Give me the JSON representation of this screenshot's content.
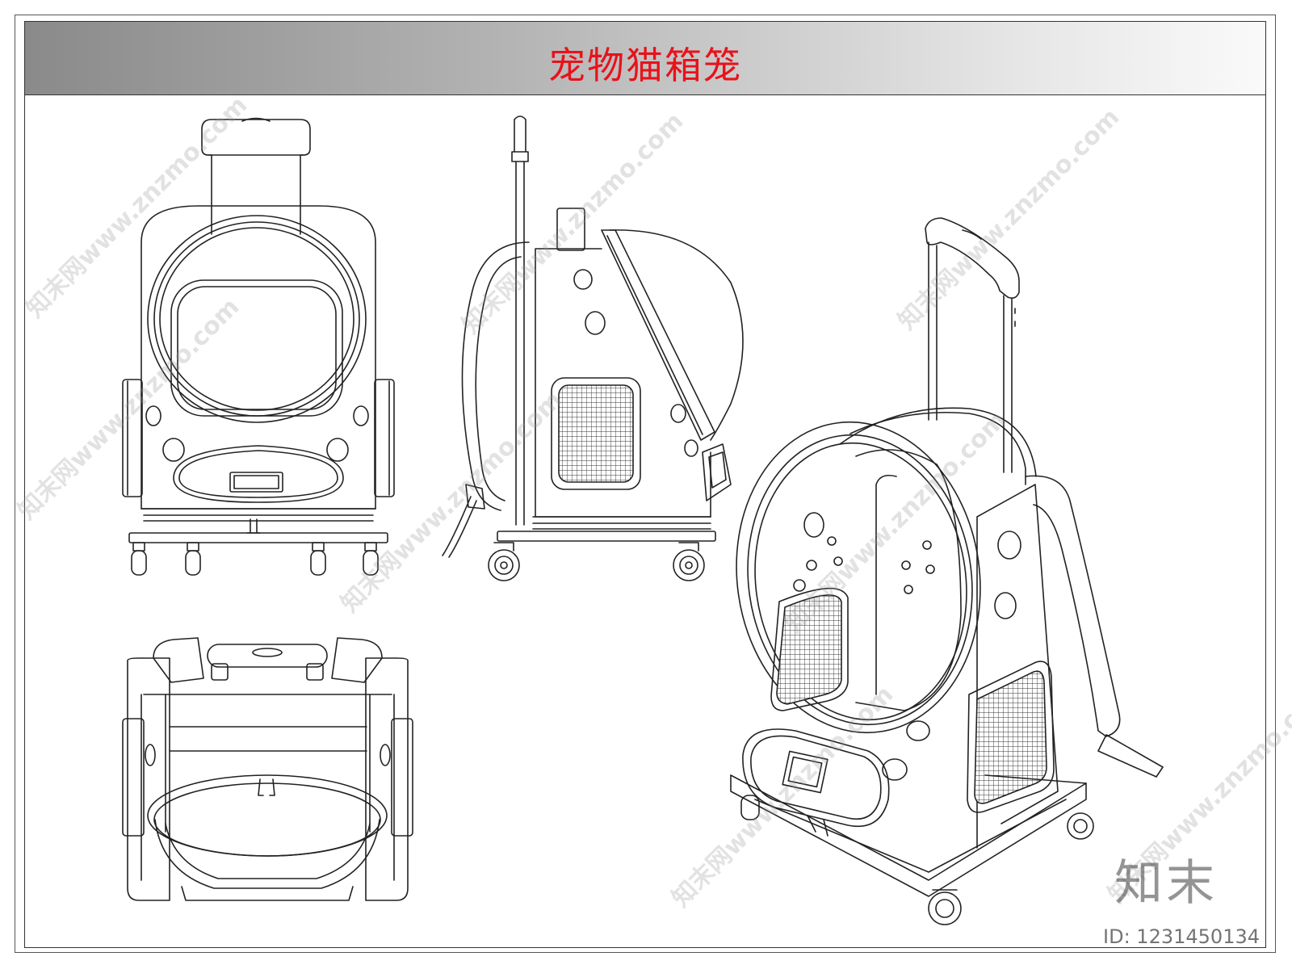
{
  "sheet": {
    "title": "宠物猫箱笼",
    "title_color": "#e8121b"
  },
  "views": [
    {
      "id": "front-view",
      "label": ""
    },
    {
      "id": "side-view",
      "label": ""
    },
    {
      "id": "top-view",
      "label": ""
    },
    {
      "id": "perspective-view",
      "label": ""
    }
  ],
  "watermark": {
    "text": "知末网www.znzmo.com",
    "brand": "知末",
    "id_label": "ID: 1231450134"
  }
}
